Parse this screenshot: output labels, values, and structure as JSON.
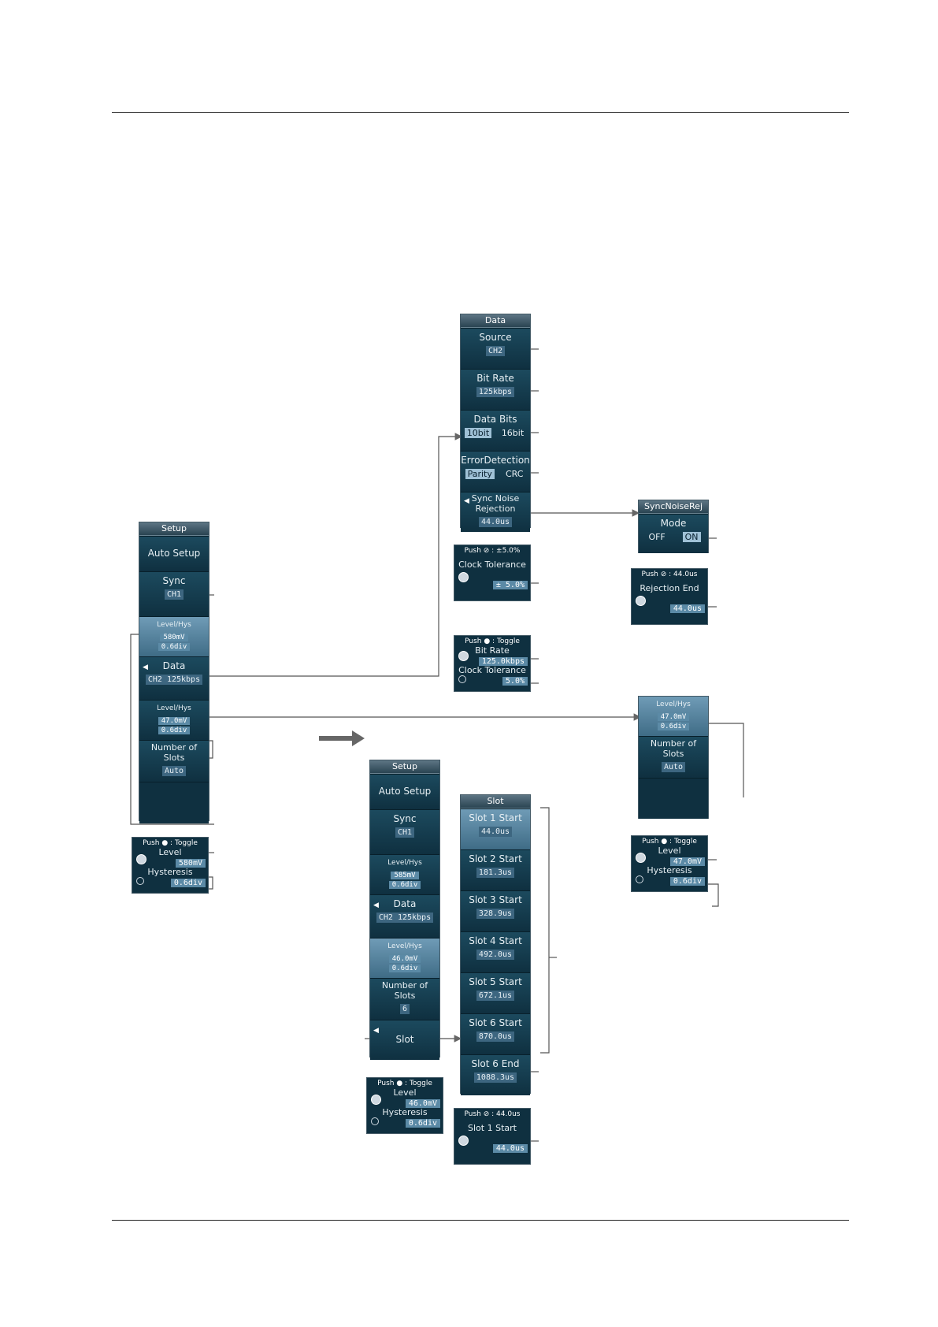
{
  "setup1": {
    "title": "Setup",
    "auto_setup": "Auto Setup",
    "sync_label": "Sync",
    "sync_value": "CH1",
    "lh1_label": "Level/Hys",
    "lh1_v1": "580mV",
    "lh1_v2": "0.6div",
    "data_label": "Data",
    "data_value": "CH2 125kbps",
    "lh2_label": "Level/Hys",
    "lh2_v1": "47.0mV",
    "lh2_v2": "0.6div",
    "slots_label1": "Number of",
    "slots_label2": "Slots",
    "slots_value": "Auto"
  },
  "jog_setup1": {
    "push": "Push ● : Toggle",
    "l1": "Level",
    "v1": "580mV",
    "l2": "Hysteresis",
    "v2": "0.6div"
  },
  "data_menu": {
    "title": "Data",
    "source_label": "Source",
    "source_value": "CH2",
    "bitrate_label": "Bit Rate",
    "bitrate_value": "125kbps",
    "databits_label": "Data Bits",
    "databits_opt1": "10bit",
    "databits_opt2": "16bit",
    "err_label": "ErrorDetection",
    "err_opt1": "Parity",
    "err_opt2": "CRC",
    "snr_label1": "Sync Noise",
    "snr_label2": "Rejection",
    "snr_value": "44.0us"
  },
  "jog_clock": {
    "push": "Push ⊘ : ±5.0%",
    "l1": "Clock Tolerance",
    "v1": "± 5.0%"
  },
  "jog_bitrate": {
    "push": "Push ● : Toggle",
    "l1": "Bit Rate",
    "v1": "125.0kbps",
    "l2": "Clock Tolerance",
    "v2": "5.0%"
  },
  "syncnoise": {
    "title": "SyncNoiseRej",
    "mode_label": "Mode",
    "opt1": "OFF",
    "opt2": "ON"
  },
  "jog_rejection": {
    "push": "Push ⊘ : 44.0us",
    "l1": "Rejection End",
    "v1": "44.0us"
  },
  "lh_menu": {
    "lh_label": "Level/Hys",
    "v1": "47.0mV",
    "v2": "0.6div",
    "slots_label1": "Number of",
    "slots_label2": "Slots",
    "slots_value": "Auto"
  },
  "jog_lh": {
    "push": "Push ● : Toggle",
    "l1": "Level",
    "v1": "47.0mV",
    "l2": "Hysteresis",
    "v2": "0.6div"
  },
  "setup2": {
    "title": "Setup",
    "auto_setup": "Auto Setup",
    "sync_label": "Sync",
    "sync_value": "CH1",
    "lh1_label": "Level/Hys",
    "lh1_v1": "585mV",
    "lh1_v2": "0.6div",
    "data_label": "Data",
    "data_value": "CH2 125kbps",
    "lh2_label": "Level/Hys",
    "lh2_v1": "46.0mV",
    "lh2_v2": "0.6div",
    "slots_label1": "Number of",
    "slots_label2": "Slots",
    "slots_value": "6",
    "slot_label": "Slot"
  },
  "jog_setup2": {
    "push": "Push ● : Toggle",
    "l1": "Level",
    "v1": "46.0mV",
    "l2": "Hysteresis",
    "v2": "0.6div"
  },
  "slot_menu": {
    "title": "Slot",
    "items": [
      {
        "label": "Slot 1 Start",
        "value": "44.0us"
      },
      {
        "label": "Slot 2 Start",
        "value": "181.3us"
      },
      {
        "label": "Slot 3 Start",
        "value": "328.9us"
      },
      {
        "label": "Slot 4 Start",
        "value": "492.0us"
      },
      {
        "label": "Slot 5 Start",
        "value": "672.1us"
      },
      {
        "label": "Slot 6 Start",
        "value": "870.0us"
      },
      {
        "label": "Slot 6 End",
        "value": "1088.3us"
      }
    ]
  },
  "jog_slot": {
    "push": "Push ⊘ : 44.0us",
    "l1": "Slot 1 Start",
    "v1": "44.0us"
  }
}
